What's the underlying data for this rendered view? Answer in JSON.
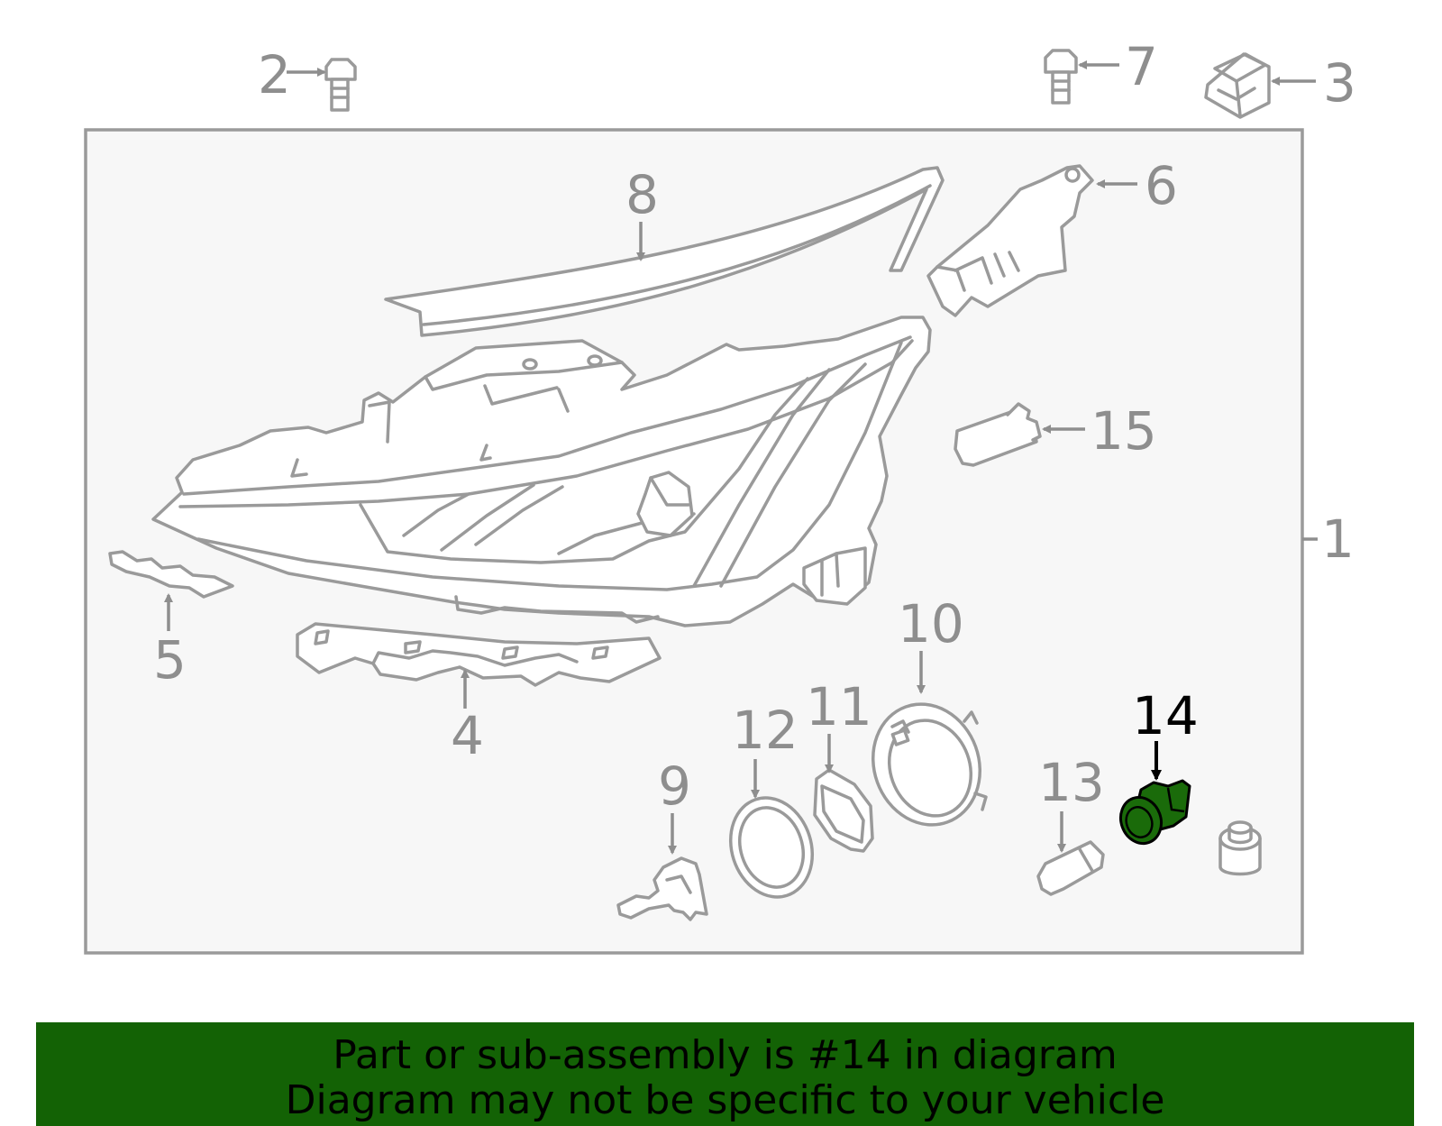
{
  "callouts": {
    "c1": "1",
    "c2": "2",
    "c3": "3",
    "c4": "4",
    "c5": "5",
    "c6": "6",
    "c7": "7",
    "c8": "8",
    "c9": "9",
    "c10": "10",
    "c11": "11",
    "c12": "12",
    "c13": "13",
    "c14": "14",
    "c15": "15"
  },
  "highlight_part": "14",
  "colors": {
    "highlight_fill": "#1a6b0a",
    "banner_bg": "#136205",
    "panel_bg": "#f7f7f7",
    "line_gray": "#9a9a9a"
  },
  "banner": {
    "line1": "Part or sub-assembly is #14 in diagram",
    "line2": "Diagram may not be specific to your vehicle"
  }
}
